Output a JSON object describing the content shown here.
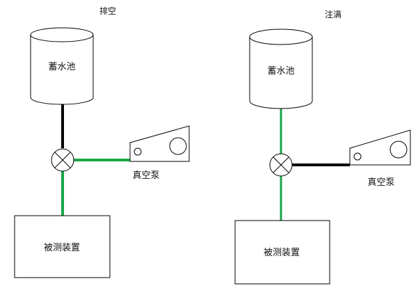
{
  "colors": {
    "active_pipe": "#1aa64a",
    "closed_pipe": "#000000",
    "outline": "#000000",
    "fill": "#ffffff"
  },
  "left_panel": {
    "title": "排空",
    "reservoir_label": "蓄水池",
    "pump_label": "真空泵",
    "device_label": "被测装置",
    "reservoir_pipe": "closed",
    "pump_pipe": "active",
    "device_pipe": "active"
  },
  "right_panel": {
    "title": "注满",
    "reservoir_label": "蓄水池",
    "pump_label": "真空泵",
    "device_label": "被测装置",
    "reservoir_pipe": "active",
    "pump_pipe": "closed",
    "device_pipe": "active"
  }
}
